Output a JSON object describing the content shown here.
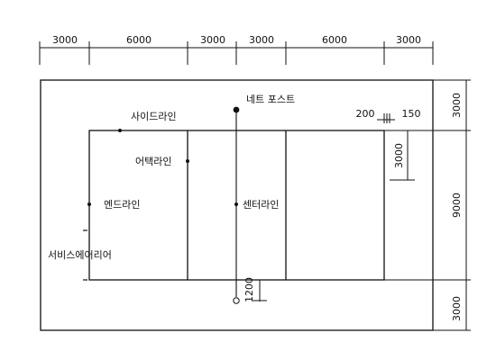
{
  "dimensions": {
    "top": [
      "3000",
      "6000",
      "3000",
      "3000",
      "6000",
      "3000"
    ],
    "right": [
      "3000",
      "9000",
      "3000"
    ],
    "attack_depth": "3000",
    "net_post_offset": "1200",
    "net_post_spacing_a": "200",
    "net_post_spacing_b": "150"
  },
  "labels": {
    "net_post": "네트 포스트",
    "side_line": "사이드라인",
    "attack_line": "어택라인",
    "end_line": "엔드라인",
    "center_line": "센터라인",
    "service_area": "서비스에어리어"
  },
  "colors": {
    "line": "#111111",
    "background": "#ffffff"
  }
}
